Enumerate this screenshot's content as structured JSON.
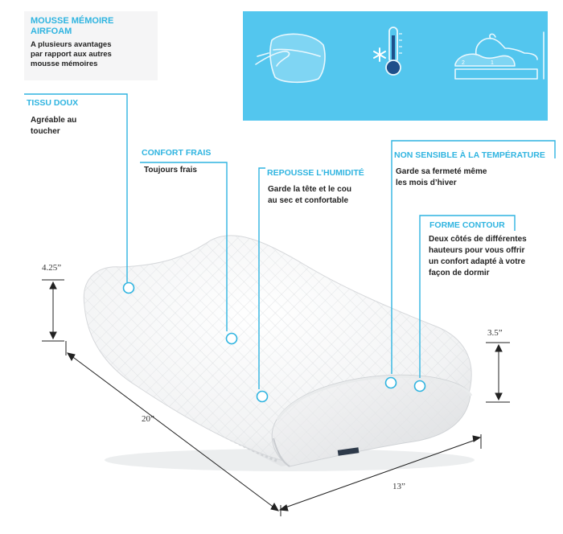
{
  "intro": {
    "title_line1": "MOUSSE MÉMOIRE",
    "title_line2": "AIRFOAM",
    "text_line1": "A plusieurs avantages",
    "text_line2": "par rapport aux autres",
    "text_line3": "mousse mémoires"
  },
  "icons": {
    "items": [
      "hand-on-pillow-icon",
      "snowflake-thermometer-icon",
      "head-on-pillow-icon"
    ],
    "pillow_side_labels": [
      "2",
      "1"
    ]
  },
  "features": {
    "soft": {
      "label": "TISSU DOUX",
      "line1": "Agréable au",
      "line2": "toucher"
    },
    "cool": {
      "label": "CONFORT FRAIS",
      "line1": "Toujours frais"
    },
    "moisture": {
      "label": "REPOUSSE L’HUMIDITÉ",
      "line1": "Garde la tête et le cou",
      "line2": "au sec et confortable"
    },
    "temperature": {
      "label": "NON SENSIBLE À LA TEMPÉRATURE",
      "line1": "Garde sa fermeté même",
      "line2": "les mois d’hiver"
    },
    "contour": {
      "label": "FORME CONTOUR",
      "line1": "Deux côtés de différentes",
      "line2": "hauteurs pour vous offrir",
      "line3": "un confort adapté à votre",
      "line4": "façon de dormir"
    }
  },
  "dimensions": {
    "height_high": "4.25”",
    "height_low": "3.5”",
    "length": "20”",
    "width": "13”"
  },
  "colors": {
    "accent": "#2fb4e0",
    "panel": "#53c6ee",
    "text": "#222222"
  }
}
